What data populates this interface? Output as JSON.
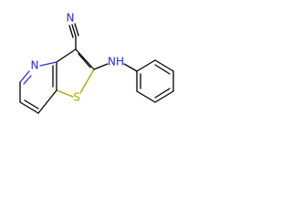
{
  "molecule": {
    "atoms": [
      {
        "key": "nitrile_n",
        "text": "N",
        "color": "#2a2ad8"
      },
      {
        "key": "amine_nh",
        "text": "NH",
        "color": "#2a2ad8"
      },
      {
        "key": "pyridine_n",
        "text": "N",
        "color": "#2a2ad8"
      },
      {
        "key": "thiophene_s",
        "text": "S",
        "color": "#a8a800"
      }
    ]
  }
}
